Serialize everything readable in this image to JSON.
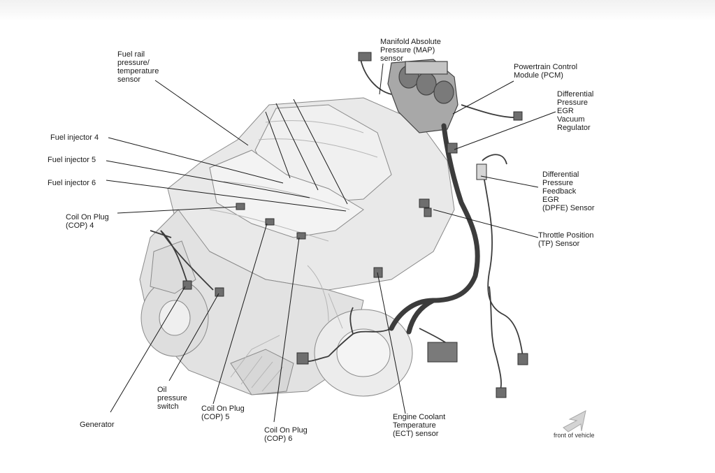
{
  "labels": {
    "fuel_rail_sensor": "Fuel rail\npressure/\ntemperature\nsensor",
    "fuel_injector_4": "Fuel injector 4",
    "fuel_injector_5": "Fuel injector 5",
    "fuel_injector_6": "Fuel injector 6",
    "cop_4": "Coil On Plug\n(COP) 4",
    "map_sensor": "Manifold Absolute\nPressure (MAP)\nsensor",
    "pcm": "Powertrain Control\nModule (PCM)",
    "dp_egr_vacuum_regulator": "Differential\nPressure\nEGR\nVacuum\nRegulator",
    "dpfe_sensor": "Differential\nPressure\nFeedback\nEGR\n(DPFE) Sensor",
    "tp_sensor": "Throttle Position\n(TP) Sensor",
    "oil_pressure_switch": "Oil\npressure\nswitch",
    "generator": "Generator",
    "cop_5": "Coil On Plug\n(COP) 5",
    "cop_6": "Coil On Plug\n(COP) 6",
    "ect_sensor": "Engine Coolant\nTemperature\n(ECT) sensor",
    "front_of_vehicle": "front of vehicle"
  },
  "colors": {
    "line": "#1a1a1a",
    "engine_fill": "#e6e6e6",
    "engine_stroke": "#8a8a8a",
    "harness": "#3c3c3c",
    "arrow": "#d4d4d4"
  }
}
